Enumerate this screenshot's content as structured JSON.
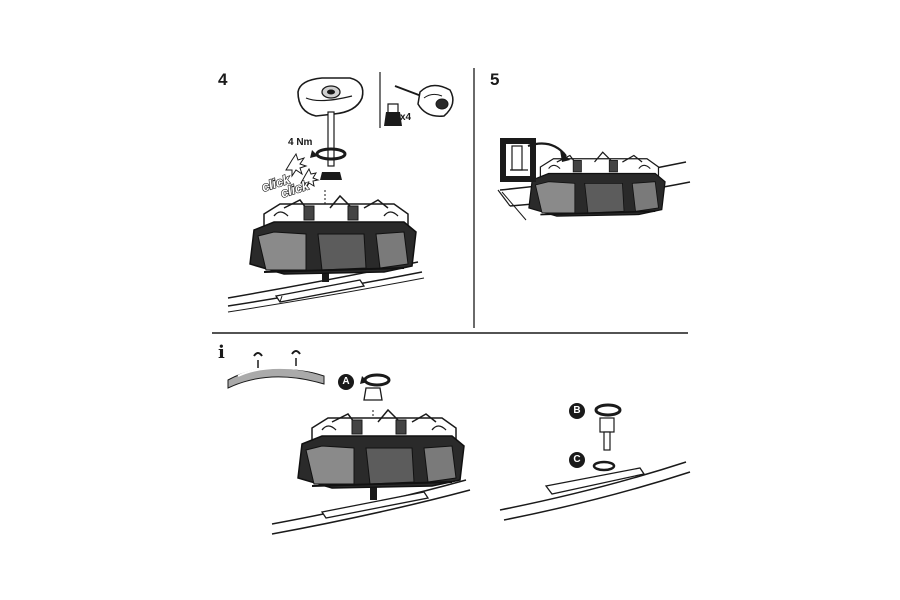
{
  "step4": {
    "number": "4",
    "torque": "4 Nm",
    "click1": "click",
    "click2": "click",
    "qty": "x4"
  },
  "step5": {
    "number": "5"
  },
  "info": {
    "mark": "i",
    "badge_a": "A",
    "badge_b": "B",
    "badge_c": "C"
  },
  "colors": {
    "line": "#1a1a1a",
    "fill_dark": "#1a1a1a",
    "fill_mid": "#6b6b6b",
    "fill_light": "#d9d9d9"
  }
}
